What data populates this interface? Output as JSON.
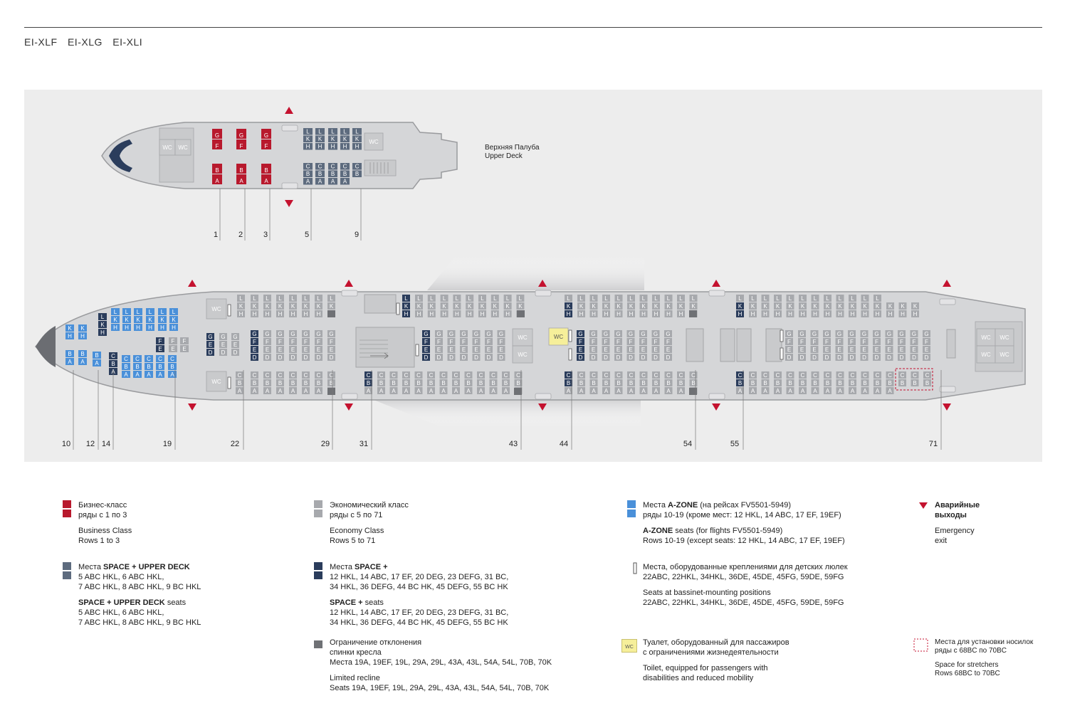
{
  "header": {
    "registrations": [
      "EI-XLF",
      "EI-XLG",
      "EI-XLI"
    ]
  },
  "colors": {
    "business": "#b8192d",
    "economy": "#a7a9ad",
    "space_plus": "#2b3d5c",
    "space_upper": "#5d6b7e",
    "a_zone": "#4a90d9",
    "wc_accessible": "#f6ef9a",
    "exit": "#c4122f",
    "fuselage": "#d5d6d8",
    "panel": "#ededed"
  },
  "upper_deck": {
    "label_ru": "Верхняя Палуба",
    "label_en": "Upper Deck",
    "wc": "WC",
    "row_numbers": [
      "1",
      "2",
      "3",
      "5",
      "9"
    ],
    "business_seats_top": [
      "G",
      "F"
    ],
    "business_seats_bottom": [
      "B",
      "A"
    ],
    "space_seats_top": [
      "L",
      "K",
      "H"
    ],
    "space_seats_bottom": [
      "C",
      "B",
      "A"
    ]
  },
  "main_deck": {
    "wc": "WC",
    "row_numbers": [
      "10",
      "12",
      "14",
      "19",
      "22",
      "29",
      "31",
      "43",
      "44",
      "54",
      "55",
      "71"
    ]
  },
  "legend": {
    "business": {
      "ru_title": "Бизнес-класс",
      "ru_rows": "ряды с 1 по 3",
      "en_title": "Business Class",
      "en_rows": "Rows 1 to 3"
    },
    "space_upper": {
      "ru_prefix": "Места",
      "ru_bold": "SPACE +  UPPER DECK",
      "ru_l1": "5 ABC HKL, 6 ABC HKL,",
      "ru_l2": "7 ABC HKL, 8 ABC HKL, 9 BC HKL",
      "en_bold": "SPACE +  UPPER DECK",
      "en_suffix": "seats",
      "en_l1": "5 ABC HKL, 6 ABC HKL,",
      "en_l2": "7 ABC HKL, 8 ABC HKL, 9 BC HKL"
    },
    "economy": {
      "ru_title": "Экономический класс",
      "ru_rows": "ряды с 5 по 71",
      "en_title": "Economy Class",
      "en_rows": "Rows 5 to 71"
    },
    "space_plus": {
      "ru_prefix": "Места",
      "ru_bold": "SPACE +",
      "ru_l1": "12 HKL, 14 ABC, 17 EF, 20 DEG, 23 DEFG, 31 BC,",
      "ru_l2": "34 HKL, 36 DEFG, 44 BC HK, 45 DEFG, 55 BC HK",
      "en_bold": "SPACE +",
      "en_suffix": "seats",
      "en_l1": "12 HKL, 14 ABC, 17 EF, 20 DEG, 23 DEFG, 31 BC,",
      "en_l2": "34 HKL, 36 DEFG, 44 BC HK, 45 DEFG, 55 BC HK"
    },
    "limited": {
      "ru_l1": "Ограничение отклонения",
      "ru_l2": "спинки кресла",
      "ru_l3": "Места 19A, 19EF, 19L, 29A, 29L, 43A, 43L, 54A, 54L, 70B, 70K",
      "en_l1": "Limited recline",
      "en_l2": "Seats 19A, 19EF, 19L, 29A, 29L, 43A, 43L, 54A, 54L, 70B, 70K"
    },
    "a_zone": {
      "ru_prefix": "Места",
      "ru_bold": "A-ZONE",
      "ru_suffix": "(на рейсах FV5501-5949)",
      "ru_l2": "ряды 10-19 (кроме мест: 12 HKL, 14 ABC, 17 EF, 19EF)",
      "en_bold": "A-ZONE",
      "en_suffix": "seats (for flights FV5501-5949)",
      "en_l2": "Rows 10-19 (except seats: 12 HKL, 14 ABC,  17 EF, 19EF)"
    },
    "bassinet": {
      "ru_l1": "Места, оборудованные креплениями для детских люлек",
      "ru_l2": "22ABC, 22HKL, 34HKL, 36DE, 45DE, 45FG, 59DE, 59FG",
      "en_l1": "Seats at bassinet-mounting positions",
      "en_l2": "22ABC, 22HKL, 34HKL, 36DE, 45DE, 45FG, 59DE, 59FG"
    },
    "wc_acc": {
      "icon": "WC",
      "ru_l1": "Туалет, оборудованный для пассажиров",
      "ru_l2": "с ограничениями жизнедеятельности",
      "en_l1": "Toilet, equipped for passengers with",
      "en_l2": "disabilities and reduced mobility"
    },
    "exit": {
      "ru_l1": "Аварийные",
      "ru_l2": "выходы",
      "en_l1": "Emergency",
      "en_l2": "exit"
    },
    "stretcher": {
      "ru_l1": "Места для установки носилок",
      "ru_l2": "ряды с 68BC по 70BC",
      "en_l1": "Space for stretchers",
      "en_l2": "Rows 68BC to 70BC"
    }
  }
}
